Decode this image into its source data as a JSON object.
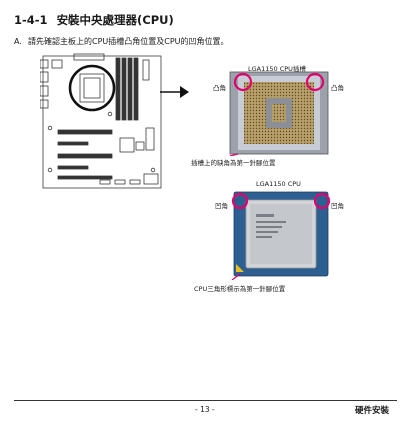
{
  "section": {
    "number": "1-4-1",
    "title": "安裝中央處理器(CPU)"
  },
  "step_a": {
    "letter": "A.",
    "text": "請先確認主板上的CPU插槽凸角位置及CPU的凹角位置。"
  },
  "socket_figure": {
    "label": "LGA1150 CPU插槽",
    "left_notch": "凸角",
    "right_notch": "凸角",
    "caption": "插槽上的缺角為第一針腳位置"
  },
  "cpu_figure": {
    "label": "LGA1150 CPU",
    "left_notch": "凹角",
    "right_notch": "凹角",
    "caption": "CPU三角形標示為第一針腳位置"
  },
  "footer": {
    "page": "- 13 -",
    "section_name": "硬件安裝"
  },
  "colors": {
    "highlight": "#e0006e",
    "motherboard_line": "#3a3a3a",
    "socket_bg": "#c8ccd4",
    "cpu_pcb": "#2e5f91",
    "cpu_ihs": "#d2d4d8"
  }
}
